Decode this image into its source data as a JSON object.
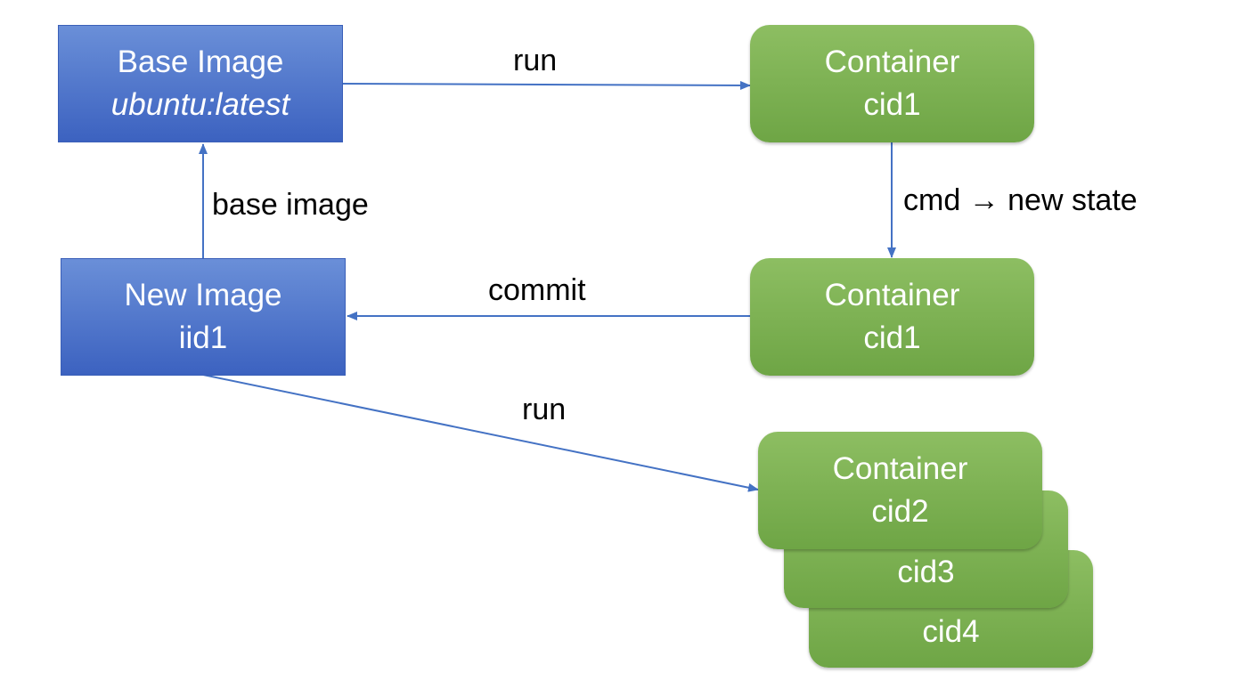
{
  "nodes": {
    "base_image": {
      "title": "Base Image",
      "subtitle": "ubuntu:latest"
    },
    "container_1": {
      "title": "Container",
      "subtitle": "cid1"
    },
    "container_1_state": {
      "title": "Container",
      "subtitle": "cid1"
    },
    "new_image": {
      "title": "New Image",
      "subtitle": "iid1"
    },
    "container_2": {
      "title": "Container",
      "subtitle": "cid2"
    },
    "container_3": {
      "subtitle": "cid3"
    },
    "container_4": {
      "subtitle": "cid4"
    }
  },
  "edges": {
    "run_top": {
      "label": "run"
    },
    "cmd": {
      "label_left": "cmd",
      "arrow": "→",
      "label_right": "new state"
    },
    "commit": {
      "label": "commit"
    },
    "base_image_link": {
      "label": "base image"
    },
    "run_bottom": {
      "label": "run"
    }
  },
  "colors": {
    "image_fill": "#4a72cc",
    "container_fill": "#7db255",
    "arrow": "#4472c4"
  }
}
